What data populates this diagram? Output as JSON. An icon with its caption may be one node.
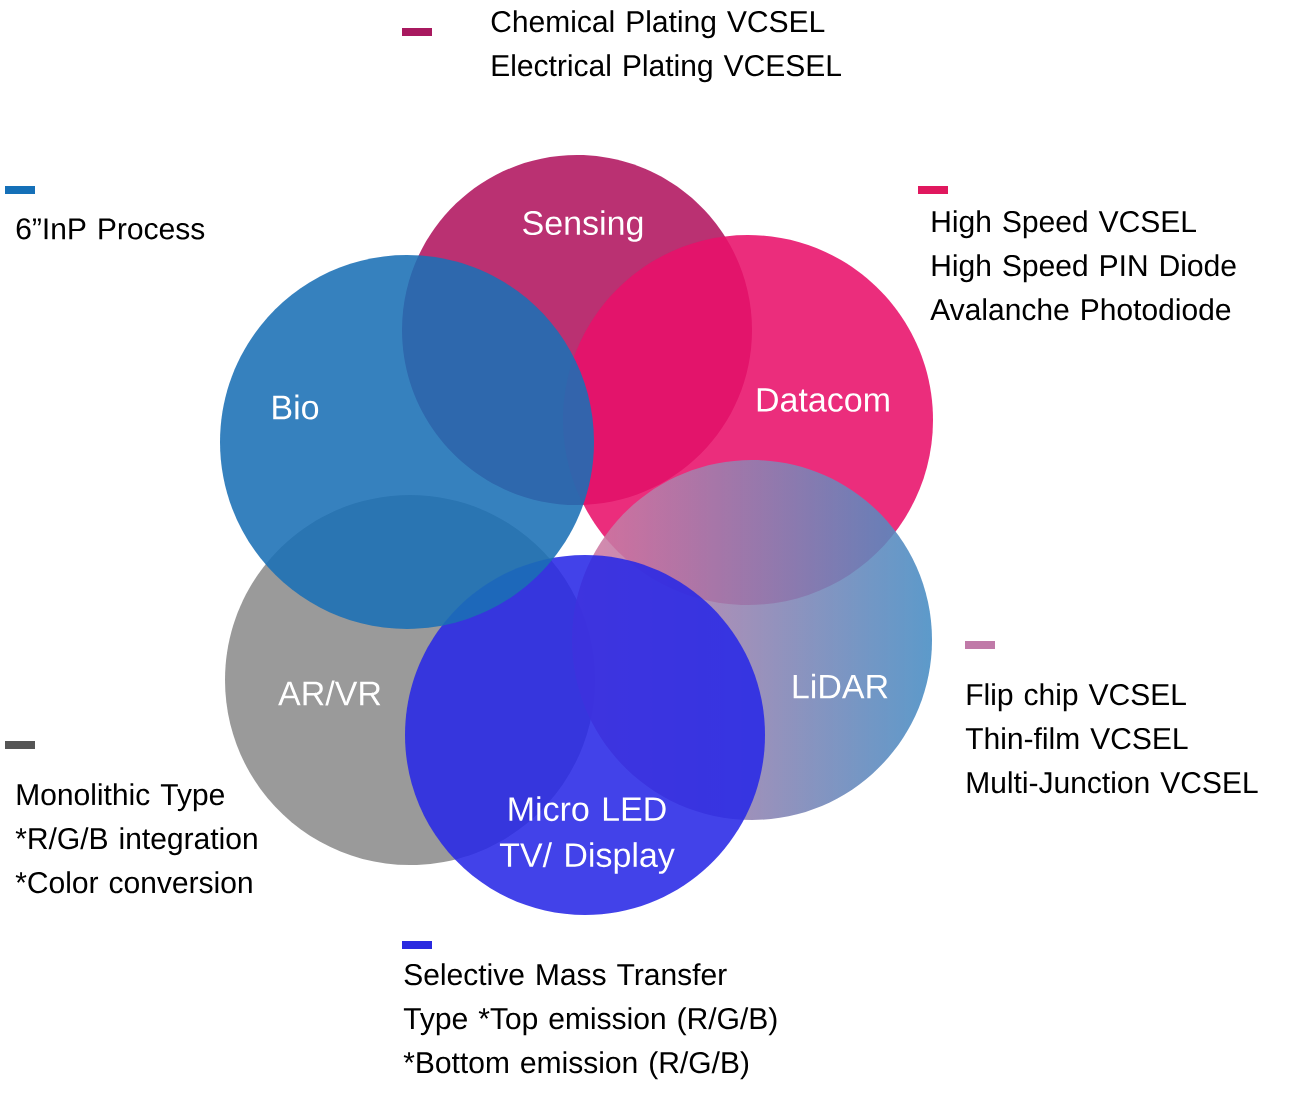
{
  "diagram": {
    "nodes": [
      {
        "text": [
          "Sensing"
        ]
      },
      {
        "text": [
          "Bio"
        ]
      },
      {
        "text": [
          "Datacom"
        ]
      },
      {
        "text": [
          "AR/VR"
        ]
      },
      {
        "text": [
          "LiDAR"
        ]
      },
      {
        "text": [
          "Micro LED TV/ Display"
        ]
      }
    ],
    "legend": [
      {
        "text": "Chemical Plating VCSEL Electrical Plating VCESEL",
        "color": "#a8195f"
      },
      {
        "text": "6”InP Process",
        "color": "#1570b8"
      },
      {
        "text": "High Speed VCSEL High Speed PIN Diode Avalanche Photodiode",
        "color": "#e0185e"
      },
      {
        "text": "Flip chip VCSEL Thin-film VCSEL Multi-Junction VCSEL",
        "color": "#c07aa8"
      },
      {
        "text": "Monolithic Type *R/G/B integration *Color conversion",
        "color": "#555555"
      },
      {
        "text": "Selective Mass Transfer Type *Top emission (R/G/B) *Bottom emission (R/G/B)",
        "color": "#2a2ae0"
      }
    ]
  }
}
